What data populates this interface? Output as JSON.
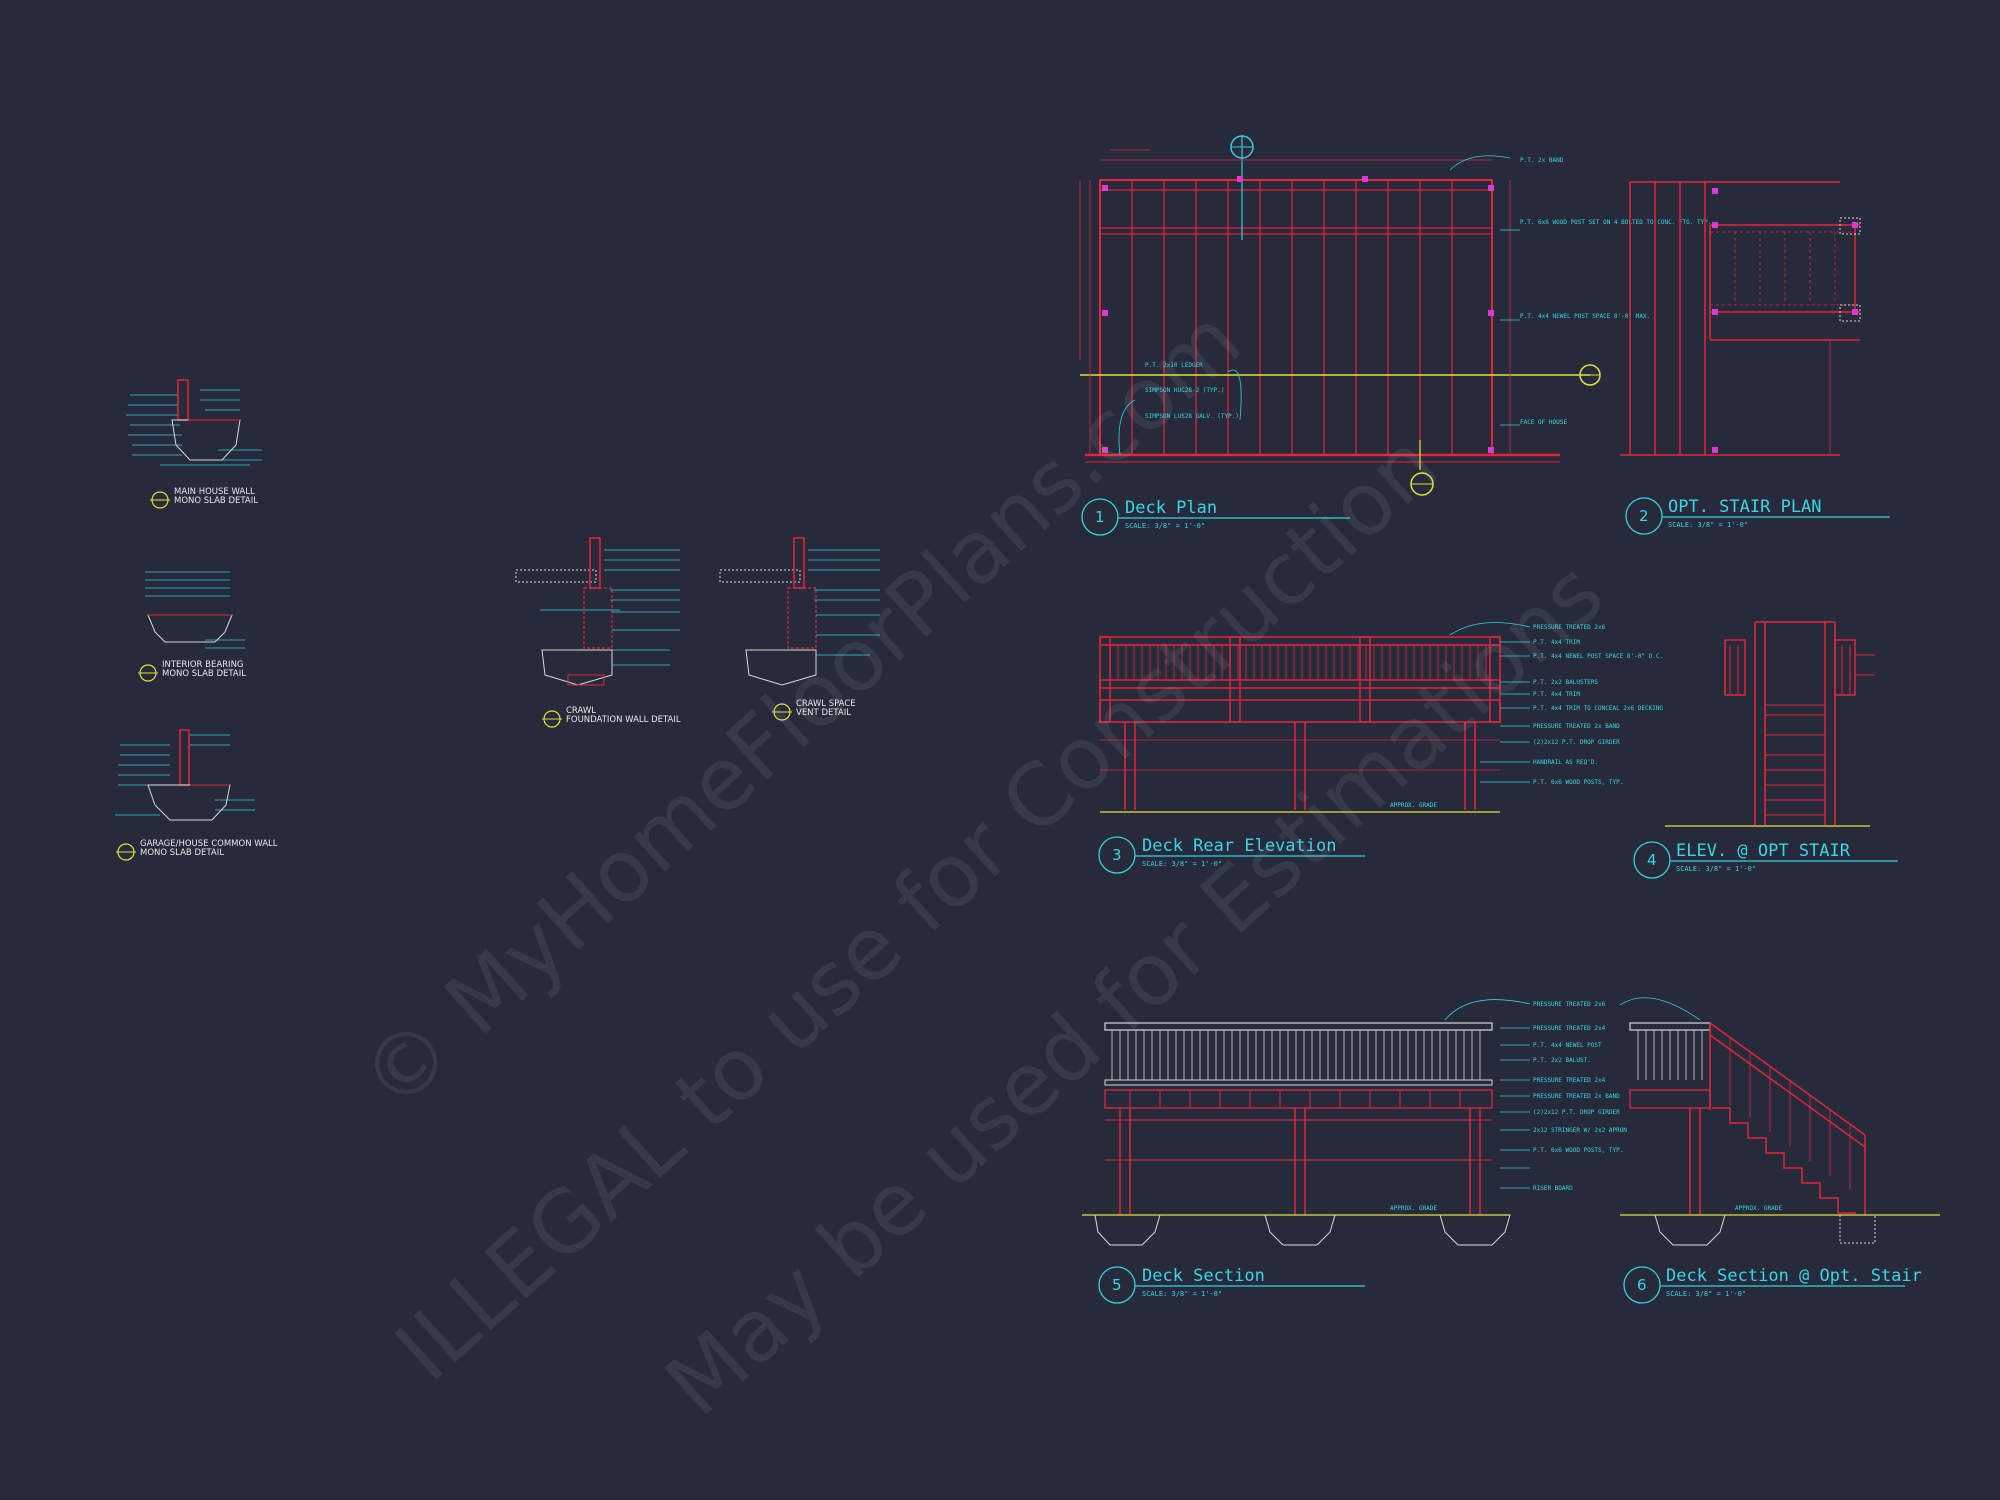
{
  "details": {
    "main_house": {
      "line1": "MAIN HOUSE WALL",
      "line2": "MONO SLAB DETAIL"
    },
    "interior_bearing": {
      "line1": "INTERIOR BEARING",
      "line2": "MONO SLAB DETAIL"
    },
    "garage_house": {
      "line1": "GARAGE/HOUSE COMMON WALL",
      "line2": "MONO SLAB DETAIL"
    },
    "crawl_foundation": {
      "line1": "CRAWL",
      "line2": "FOUNDATION WALL DETAIL"
    },
    "crawl_vent": {
      "line1": "CRAWL SPACE",
      "line2": "VENT DETAIL"
    }
  },
  "drawings": [
    {
      "number": "1",
      "title": "Deck Plan",
      "scale": "SCALE: 3/8\" = 1'-0\""
    },
    {
      "number": "2",
      "title": "OPT. STAIR PLAN",
      "scale": "SCALE: 3/8\" = 1'-0\""
    },
    {
      "number": "3",
      "title": "Deck Rear Elevation",
      "scale": "SCALE: 3/8\" = 1'-0\""
    },
    {
      "number": "4",
      "title": "ELEV. @ OPT STAIR",
      "scale": "SCALE: 3/8\" = 1'-0\""
    },
    {
      "number": "5",
      "title": "Deck Section",
      "scale": "SCALE: 3/8\" = 1'-0\""
    },
    {
      "number": "6",
      "title": "Deck Section @ Opt. Stair",
      "scale": "SCALE: 3/8\" = 1'-0\""
    }
  ],
  "plan_notes": {
    "band": "P.T. 2x BAND",
    "post": "P.T. 6x6 WOOD POST SET ON 4 BOLTED TO CONC. FTG. TYP.",
    "ledger": "P.T. 2x10 LEDGER",
    "simpson1": "SIMPSON HUC28-2 (TYP.)",
    "simpson2": "SIMPSON LUS28 GALV. (TYP.)",
    "newel": "P.T. 4x4 NEWEL POST SPACE 8'-0\" MAX.",
    "face": "FACE OF HOUSE"
  },
  "elev_notes": [
    "PRESSURE TREATED 2x6",
    "P.T. 4x4 TRIM",
    "P.T. 4x4 NEWEL POST SPACE 8'-0\" O.C.",
    "P.T. 2x2 BALUSTERS",
    "P.T. 4x4 TRIM",
    "P.T. 4x4 TRIM TO CONCEAL 2x6 DECKING",
    "PRESSURE TREATED 2x BAND",
    "(2)2x12 P.T. DROP GIRDER",
    "HANDRAIL AS REQ'D.",
    "P.T. 6x6 WOOD POSTS, TYP."
  ],
  "section_notes": [
    "PRESSURE TREATED 2x6",
    "PRESSURE TREATED 2x4",
    "P.T. 4x4 NEWEL POST",
    "P.T. 2x2 BALUST.",
    "PRESSURE TREATED 2x4",
    "PRESSURE TREATED 2x BAND",
    "(2)2x12 P.T. DROP GIRDER",
    "2x12 STRINGER W/ 2x2 APRON",
    "P.T. 6x6 WOOD POSTS, TYP.",
    "RISER BOARD"
  ],
  "labels": {
    "approx_grade": "APPROX. GRADE"
  },
  "watermark": {
    "line1": "© MyHomeFloorPlans.com",
    "line2": "ILLEGAL to use for Construction",
    "line3": "May be used for Estimations"
  }
}
